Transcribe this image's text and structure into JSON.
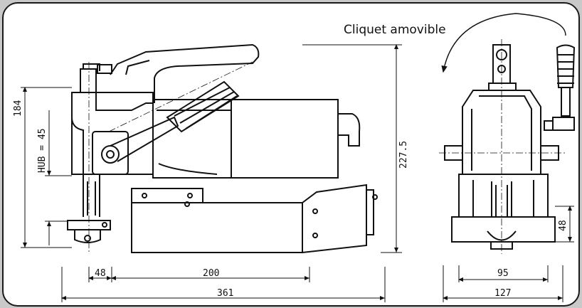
{
  "annotation": "Cliquet amovible",
  "dimensions": {
    "d48_bottom": "48",
    "d200": "200",
    "d361": "361",
    "d184": "184",
    "hub": "HUB = 45",
    "d227": "227.5",
    "d95": "95",
    "d127": "127",
    "d48_right": "48"
  }
}
